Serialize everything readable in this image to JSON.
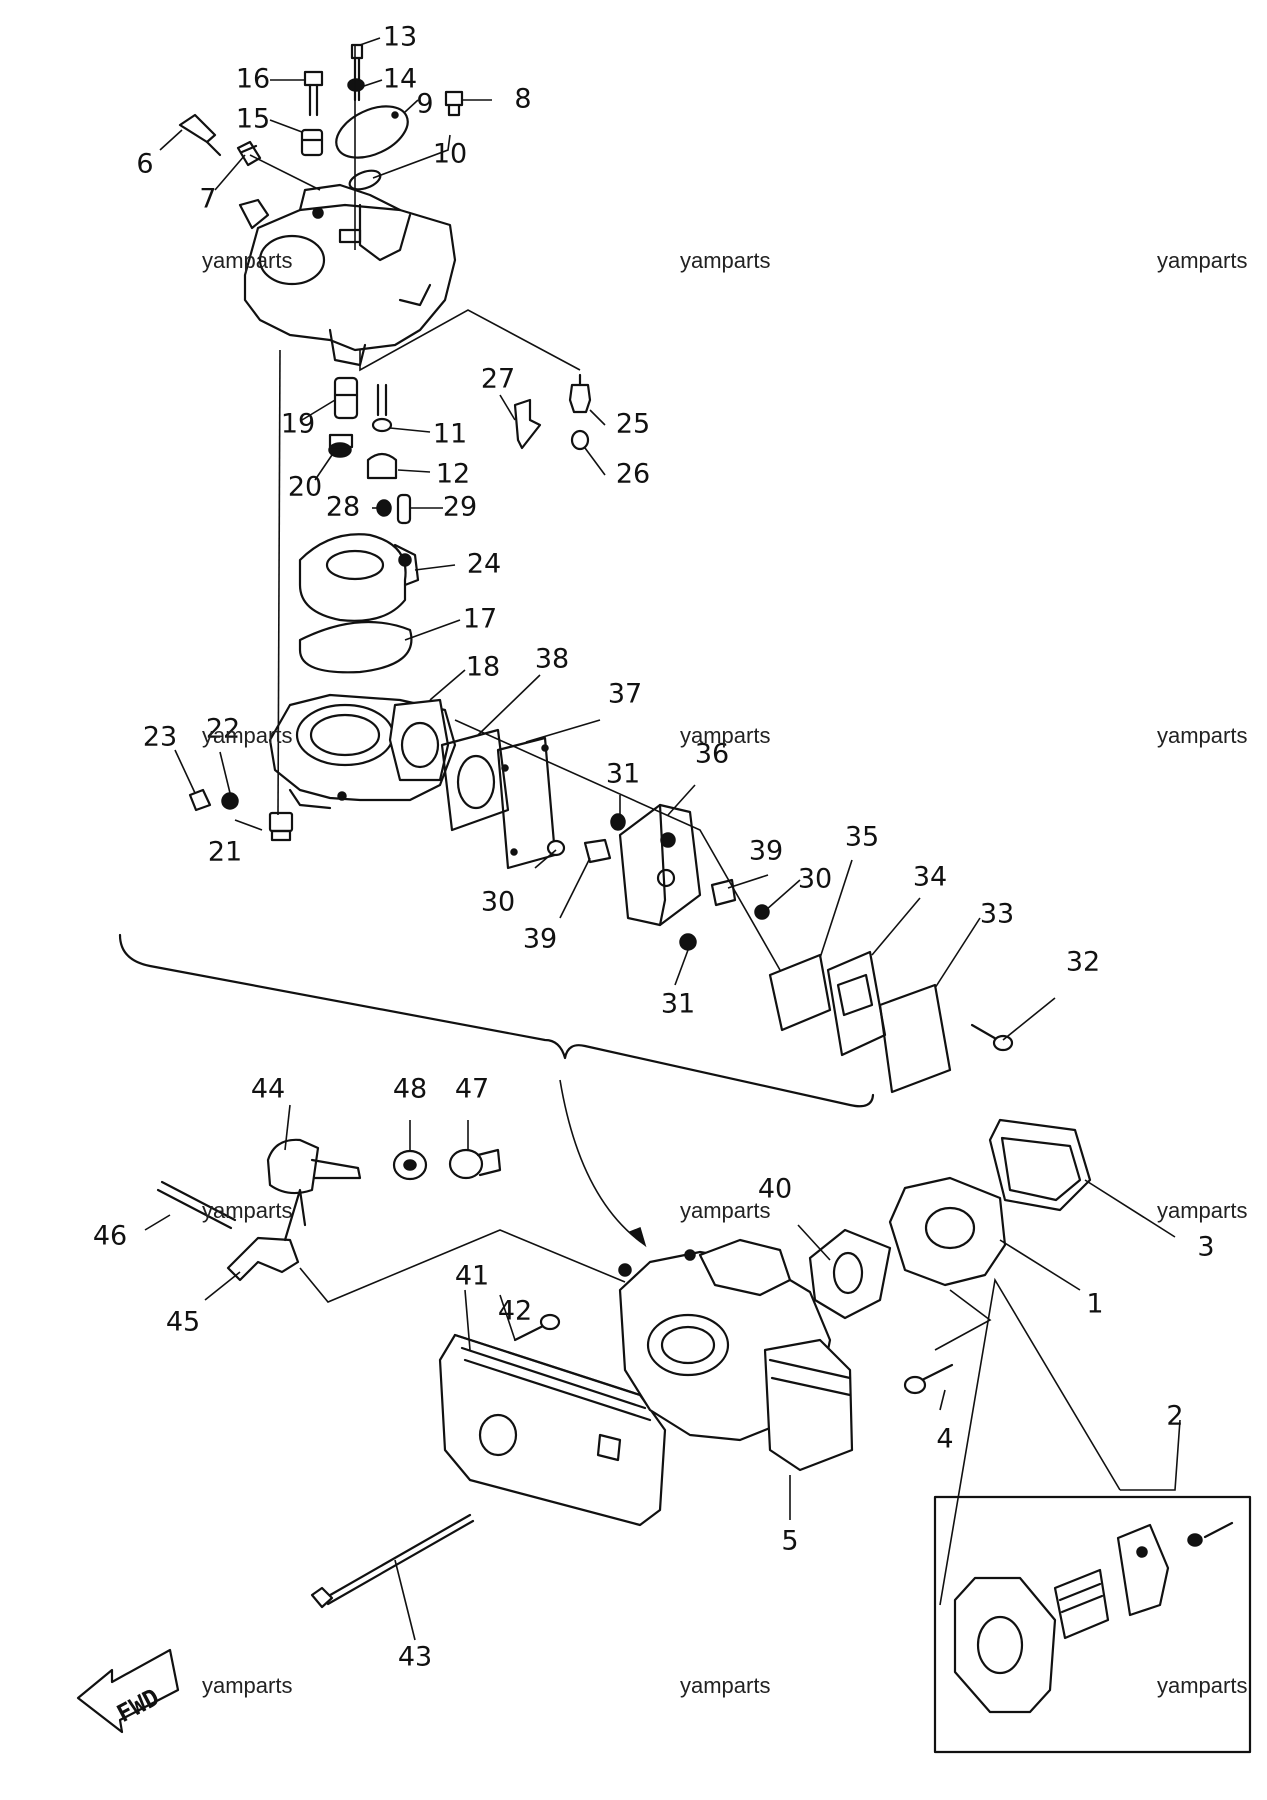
{
  "watermark": "yamparts",
  "fwd_label": "FWD",
  "callouts": [
    "1",
    "2",
    "3",
    "4",
    "5",
    "6",
    "7",
    "8",
    "9",
    "10",
    "11",
    "12",
    "13",
    "14",
    "15",
    "16",
    "17",
    "18",
    "19",
    "20",
    "21",
    "22",
    "23",
    "24",
    "25",
    "26",
    "27",
    "28",
    "29",
    "30",
    "31",
    "32",
    "33",
    "34",
    "35",
    "36",
    "37",
    "38",
    "39",
    "40",
    "41",
    "42",
    "43",
    "44",
    "45",
    "46",
    "47",
    "48"
  ]
}
